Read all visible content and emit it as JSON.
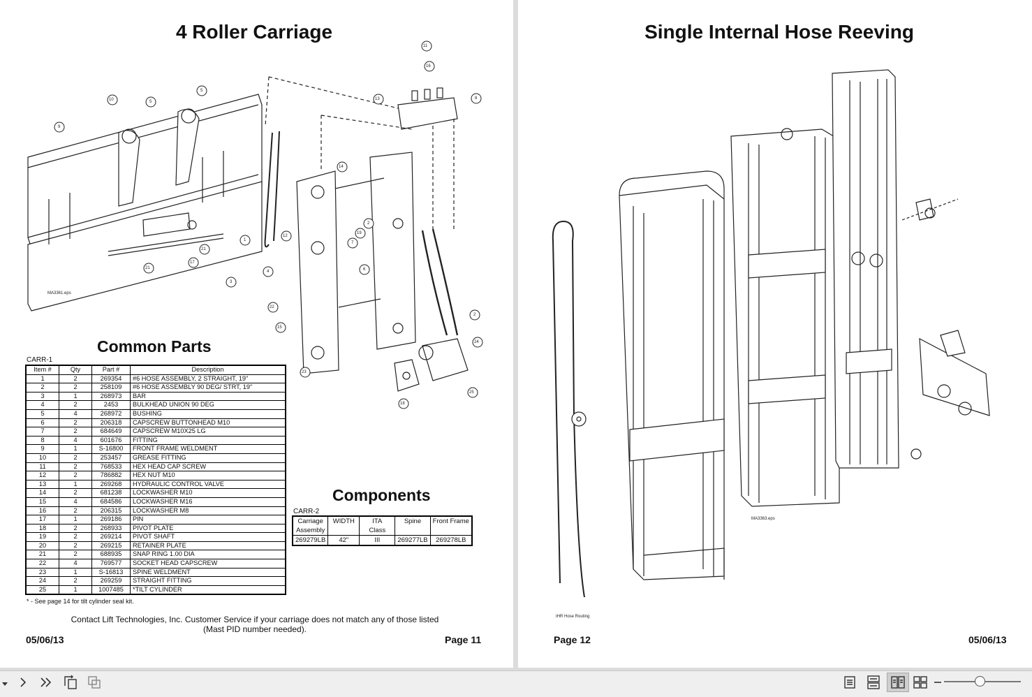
{
  "left_page": {
    "title": "4 Roller Carriage",
    "figure_tag": "MA3361.eps",
    "common_parts_title": "Common Parts",
    "table_label": "CARR-1",
    "columns": [
      "Item #",
      "Qty",
      "Part #",
      "Description"
    ],
    "rows": [
      [
        "1",
        "2",
        "269354",
        "#6 HOSE ASSEMBLY, 2 STRAIGHT, 19\""
      ],
      [
        "2",
        "2",
        "258109",
        "#6 HOSE ASSEMBLY 90 DEG/ STRT, 19\""
      ],
      [
        "3",
        "1",
        "268973",
        "BAR"
      ],
      [
        "4",
        "2",
        "2453",
        "BULKHEAD UNION 90 DEG"
      ],
      [
        "5",
        "4",
        "268972",
        "BUSHING"
      ],
      [
        "6",
        "2",
        "206318",
        "CAPSCREW BUTTONHEAD M10"
      ],
      [
        "7",
        "2",
        "684649",
        "CAPSCREW M10X25 LG"
      ],
      [
        "8",
        "4",
        "601676",
        "FITTING"
      ],
      [
        "9",
        "1",
        "S-16800",
        "FRONT FRAME WELDMENT"
      ],
      [
        "10",
        "2",
        "253457",
        "GREASE FITTING"
      ],
      [
        "11",
        "2",
        "768533",
        "HEX HEAD CAP SCREW"
      ],
      [
        "12",
        "2",
        "786882",
        "HEX NUT M10"
      ],
      [
        "13",
        "1",
        "269268",
        "HYDRAULIC CONTROL VALVE"
      ],
      [
        "14",
        "2",
        "681238",
        "LOCKWASHER M10"
      ],
      [
        "15",
        "4",
        "684586",
        "LOCKWASHER M16"
      ],
      [
        "16",
        "2",
        "206315",
        "LOCKWASHER M8"
      ],
      [
        "17",
        "1",
        "269186",
        "PIN"
      ],
      [
        "18",
        "2",
        "268933",
        "PIVOT PLATE"
      ],
      [
        "19",
        "2",
        "269214",
        "PIVOT SHAFT"
      ],
      [
        "20",
        "2",
        "269215",
        "RETAINER PLATE"
      ],
      [
        "21",
        "2",
        "688935",
        "SNAP RING 1.00 DIA"
      ],
      [
        "22",
        "4",
        "769577",
        "SOCKET HEAD CAPSCREW"
      ],
      [
        "23",
        "1",
        "S-16813",
        "SPINE WELDMENT"
      ],
      [
        "24",
        "2",
        "269259",
        "STRAIGHT FITTING"
      ],
      [
        "25",
        "1",
        "1007485",
        "*TILT CYLINDER"
      ]
    ],
    "note": "* - See page 14 for tilt cylinder seal kit.",
    "components_title": "Components",
    "components_label": "CARR-2",
    "comp_columns": [
      {
        "l1": "Carriage",
        "l2": "Assembly"
      },
      {
        "l1": "WIDTH",
        "l2": ""
      },
      {
        "l1": "ITA",
        "l2": "Class"
      },
      {
        "l1": "Spine",
        "l2": ""
      },
      {
        "l1": "Front Frame",
        "l2": ""
      }
    ],
    "comp_row": [
      "269279LB",
      "42\"",
      "III",
      "269277LB",
      "269278LB"
    ],
    "contact_line1": "Contact Lift Technologies, Inc.  Customer Service if your  carriage does not match any of those listed",
    "contact_line2": "(Mast PID number needed).",
    "date": "05/06/13",
    "page_number": "Page 11",
    "callouts": [
      "1",
      "2",
      "3",
      "4",
      "5",
      "6",
      "7",
      "8",
      "9",
      "10",
      "11",
      "12",
      "13",
      "14",
      "15",
      "16",
      "17",
      "18",
      "19",
      "21",
      "22",
      "23",
      "24",
      "25"
    ]
  },
  "right_page": {
    "title": "Single Internal Hose Reeving",
    "figure_tag": "MA3363.eps",
    "hose_caption": "IHR Hose Routing",
    "page_number": "Page 12",
    "date": "05/06/13"
  },
  "toolbar": {
    "icons": [
      "dropdown-arrow-icon",
      "next-page-icon",
      "last-page-icon",
      "rotate-page-icon",
      "rotate-page-alt-icon",
      "single-page-icon",
      "continuous-page-icon",
      "two-page-icon",
      "grid-page-icon",
      "zoom-out-icon"
    ]
  }
}
